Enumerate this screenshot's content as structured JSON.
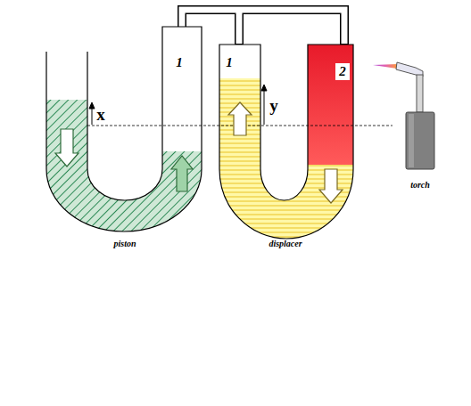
{
  "diagram": {
    "labels": [
      "x",
      "1",
      "1",
      "y",
      "2",
      "torch",
      "piston",
      "displacer"
    ]
  }
}
